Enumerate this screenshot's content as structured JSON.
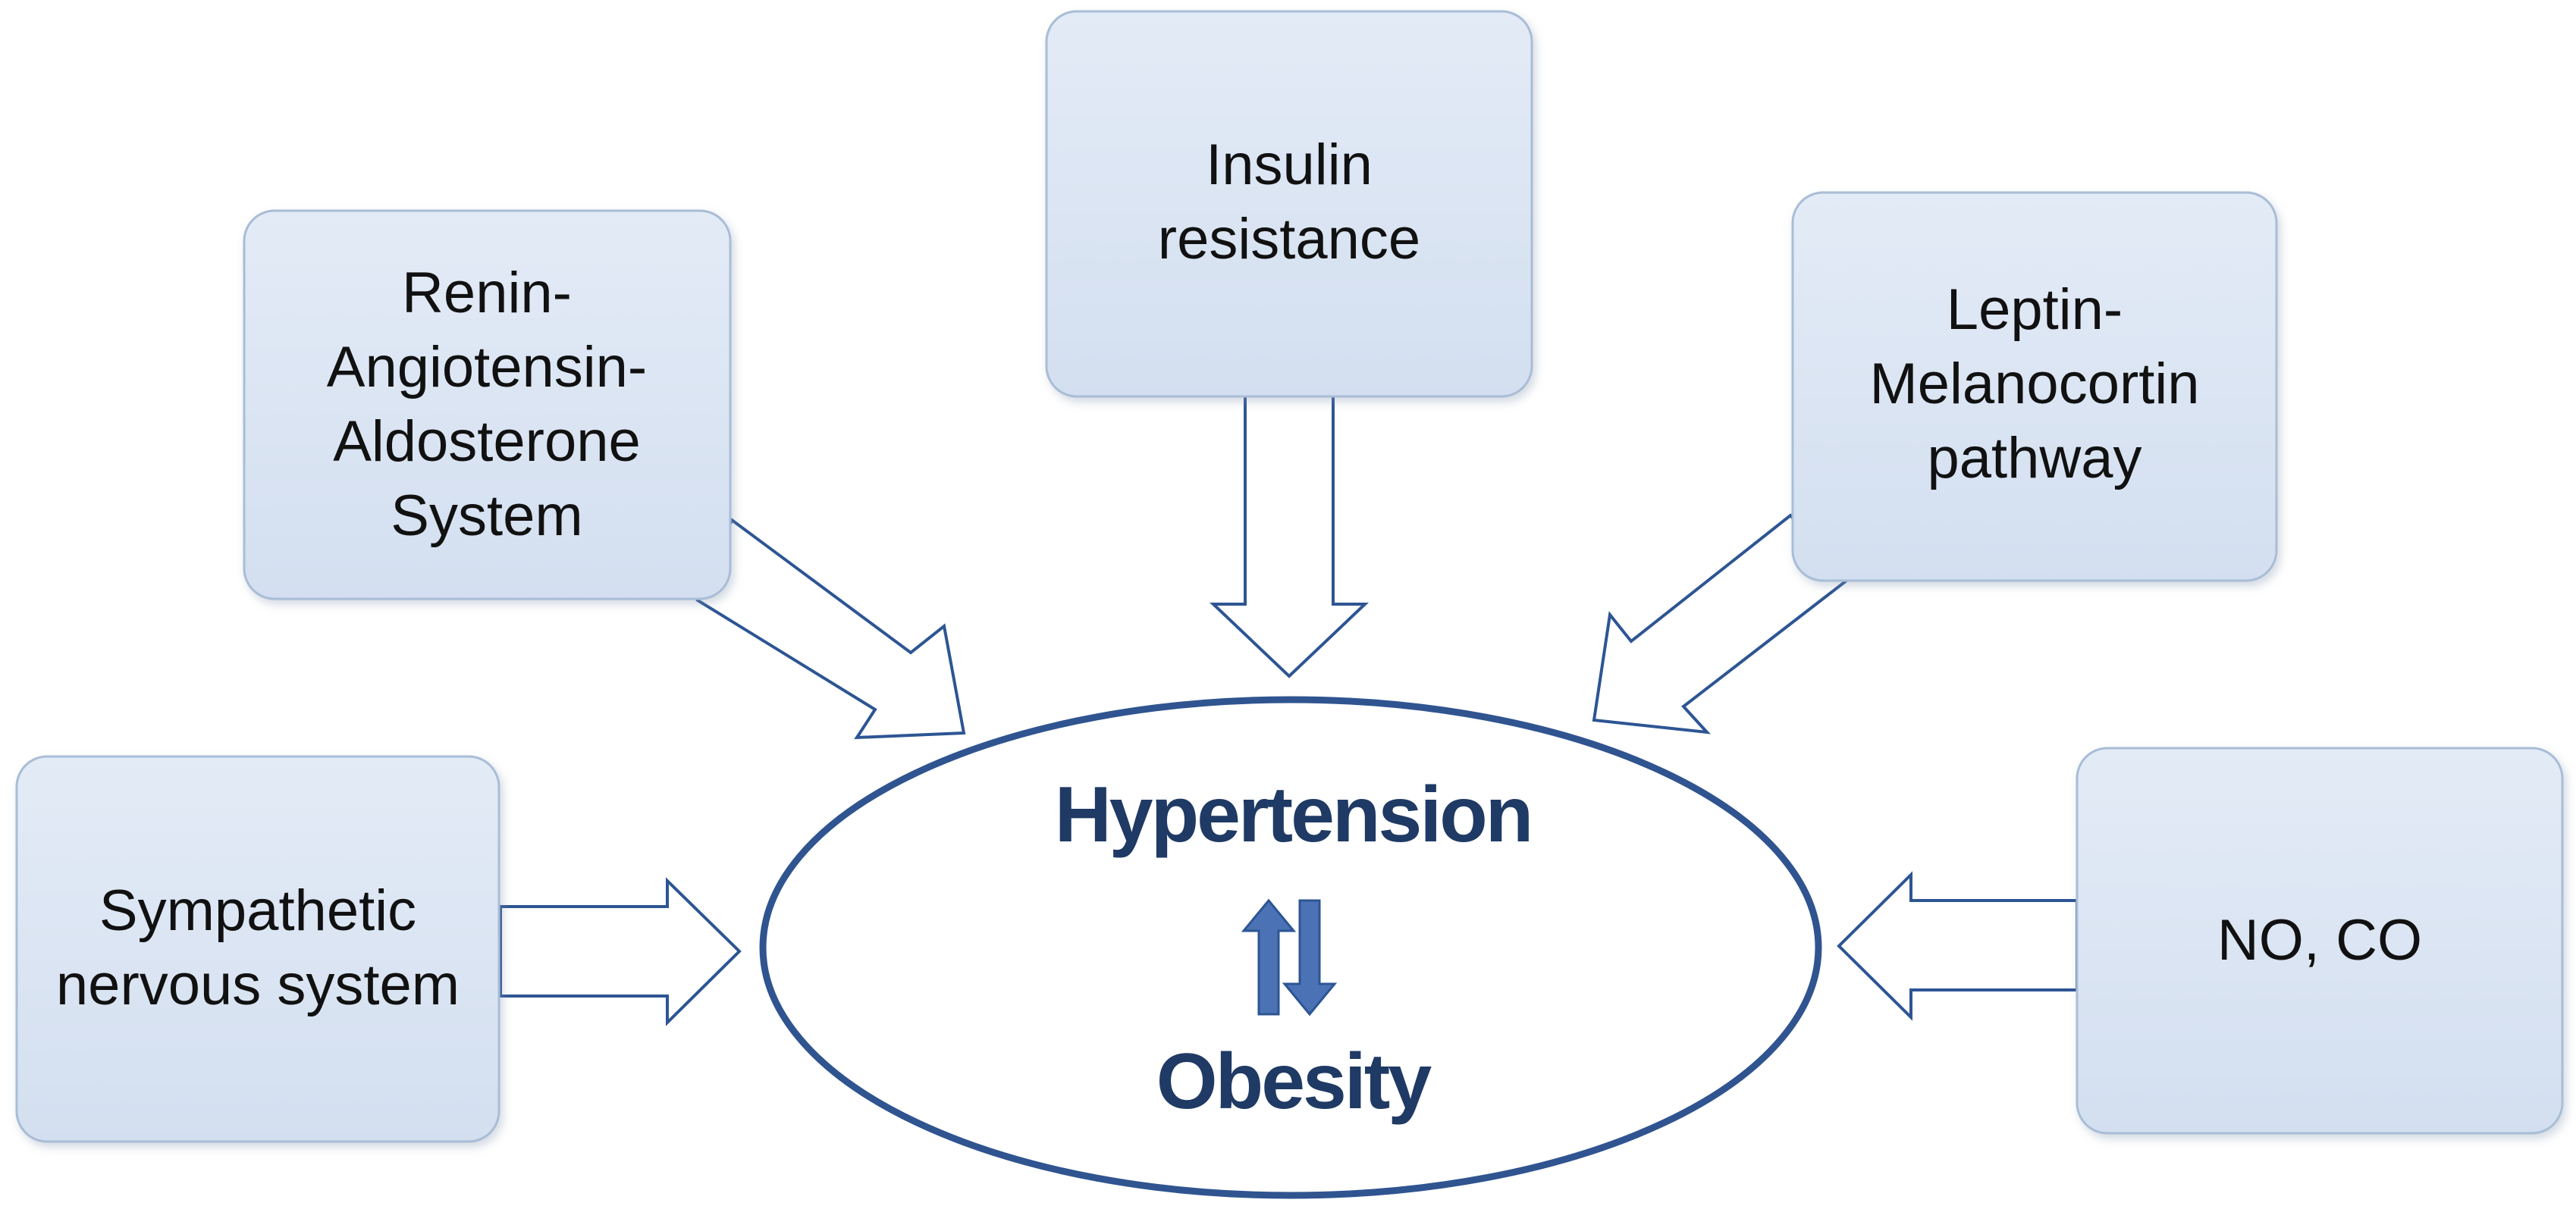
{
  "diagram": {
    "center": {
      "top_label": "Hypertension",
      "bottom_label": "Obesity"
    },
    "boxes": {
      "raas": {
        "lines": [
          "Renin-",
          "Angiotensin-",
          "Aldosterone",
          "System"
        ]
      },
      "insulin": {
        "lines": [
          "Insulin",
          "resistance"
        ]
      },
      "leptin": {
        "lines": [
          "Leptin-",
          "Melanocortin",
          "pathway"
        ]
      },
      "sympathetic": {
        "lines": [
          "Sympathetic",
          "nervous system"
        ]
      },
      "no_co": {
        "lines": [
          "NO, CO"
        ]
      }
    },
    "colors": {
      "box_fill_top": "#e3ebf6",
      "box_fill_bottom": "#d3dff0",
      "box_border": "#a9bdd6",
      "arrow_stroke": "#2d5593",
      "ellipse_stroke": "#2f5490",
      "center_text": "#1f3a64",
      "updown_fill": "#4a72b5"
    }
  }
}
